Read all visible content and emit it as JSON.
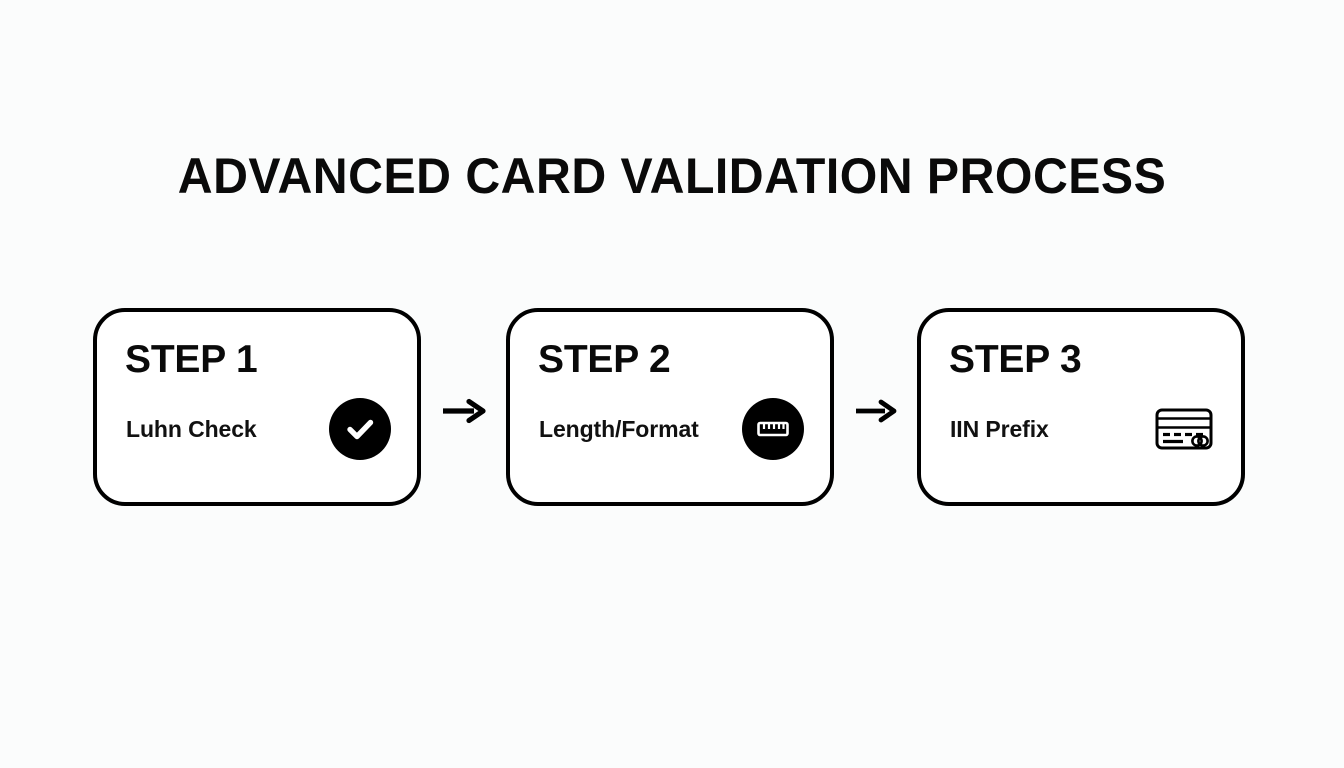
{
  "page": {
    "background_color": "#fbfcfc",
    "ink_color": "#000000"
  },
  "header": {
    "title": "ADVANCED CARD VALIDATION PROCESS"
  },
  "diagram": {
    "type": "horizontal-process-flow",
    "step_count": 3,
    "connector_label": "arrow-right",
    "steps": [
      {
        "title": "STEP 1",
        "subtitle": "Luhn Check",
        "icon": "check-circle-icon",
        "icon_style": "filled-circle",
        "icon_fill": "#000000",
        "icon_glyph_color": "#ffffff"
      },
      {
        "title": "STEP 2",
        "subtitle": "Length/Format",
        "icon": "ruler-icon",
        "icon_style": "filled-circle",
        "icon_fill": "#000000",
        "icon_glyph_color": "#ffffff"
      },
      {
        "title": "STEP 3",
        "subtitle": "IIN Prefix",
        "icon": "credit-card-icon",
        "icon_style": "outline",
        "icon_fill": "none",
        "icon_glyph_color": "#000000"
      }
    ],
    "connectors": [
      {
        "from": "STEP 1",
        "to": "STEP 2",
        "icon": "arrow-right-icon"
      },
      {
        "from": "STEP 2",
        "to": "STEP 3",
        "icon": "arrow-right-icon"
      }
    ]
  }
}
